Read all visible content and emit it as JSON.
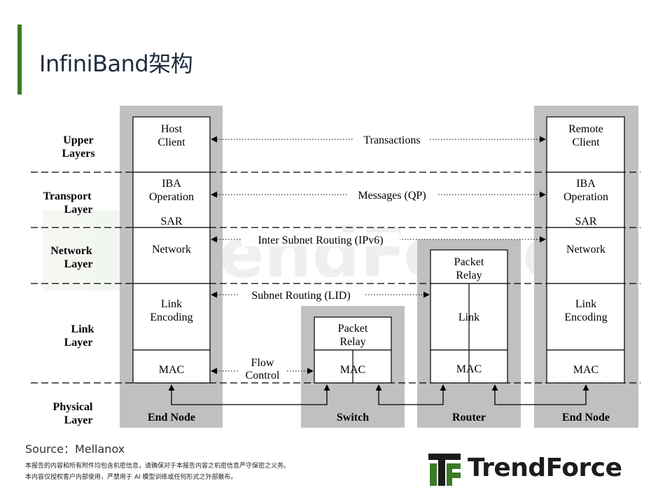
{
  "page": {
    "title": "InfiniBand架构"
  },
  "footer": {
    "source": "Source：Mellanox",
    "disclaimer_line1": "本报告的内容和所有附件均包含机密信息，请确保对于本报告内容之机密信息严守保密之义务。",
    "disclaimer_line2": "本内容仅授权客户内部使用，严禁用于 AI 模型训练或任何形式之外部散布。",
    "logo_text": "TrendForce"
  },
  "colors": {
    "accent": "#3c7a28",
    "panel": "#c0c0c0",
    "box": "#ffffff",
    "line": "#000000"
  },
  "diagram": {
    "layers": {
      "upper_line1": "Upper",
      "upper_line2": "Layers",
      "transport_line1": "Transport",
      "transport_line2": "Layer",
      "network_line1": "Network",
      "network_line2": "Layer",
      "link_line1": "Link",
      "link_line2": "Layer",
      "physical_line1": "Physical",
      "physical_line2": "Layer"
    },
    "left_node": {
      "client_line1": "Host",
      "client_line2": "Client",
      "iba_line1": "IBA",
      "iba_line2": "Operation",
      "sar": "SAR",
      "network": "Network",
      "link_line1": "Link",
      "link_line2": "Encoding",
      "mac": "MAC",
      "caption": "End Node"
    },
    "right_node": {
      "client_line1": "Remote",
      "client_line2": "Client",
      "iba_line1": "IBA",
      "iba_line2": "Operation",
      "sar": "SAR",
      "network": "Network",
      "link_line1": "Link",
      "link_line2": "Encoding",
      "mac": "MAC",
      "caption": "End Node"
    },
    "switch": {
      "relay_line1": "Packet",
      "relay_line2": "Relay",
      "mac": "MAC",
      "caption": "Switch"
    },
    "router": {
      "relay_line1": "Packet",
      "relay_line2": "Relay",
      "link": "Link",
      "mac": "MAC",
      "caption": "Router"
    },
    "flows": {
      "transactions": "Transactions",
      "messages": "Messages (QP)",
      "inter_subnet": "Inter Subnet Routing (IPv6)",
      "subnet": "Subnet Routing (LID)",
      "flow_line1": "Flow",
      "flow_line2": "Control"
    }
  }
}
